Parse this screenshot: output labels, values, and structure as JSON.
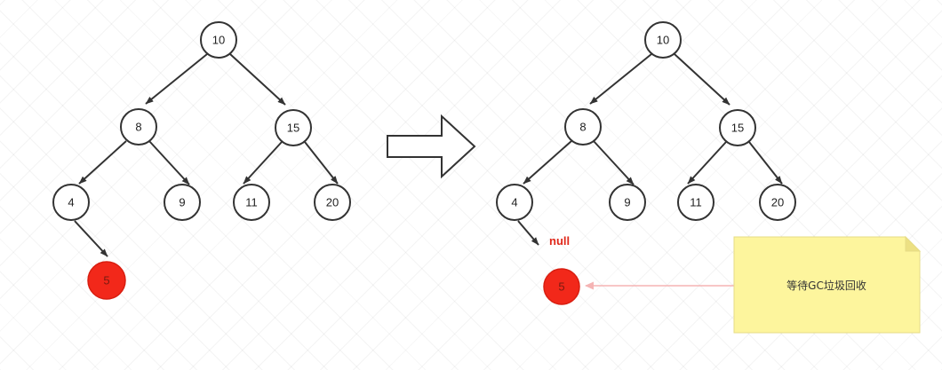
{
  "before_tree": {
    "nodes": [
      "10",
      "8",
      "15",
      "4",
      "9",
      "11",
      "20",
      "5"
    ],
    "removed_node": "5"
  },
  "after_tree": {
    "nodes": [
      "10",
      "8",
      "15",
      "4",
      "9",
      "11",
      "20"
    ],
    "null_label": "null",
    "detached_node": "5"
  },
  "note": {
    "text": "等待GC垃圾回收"
  },
  "colors": {
    "edge": "#333333",
    "node_fill": "#ffffff",
    "removed_fill": "#f2281a",
    "note_fill": "#fdf59d",
    "note_border": "#e6dc86",
    "link": "#f5b4b4"
  }
}
